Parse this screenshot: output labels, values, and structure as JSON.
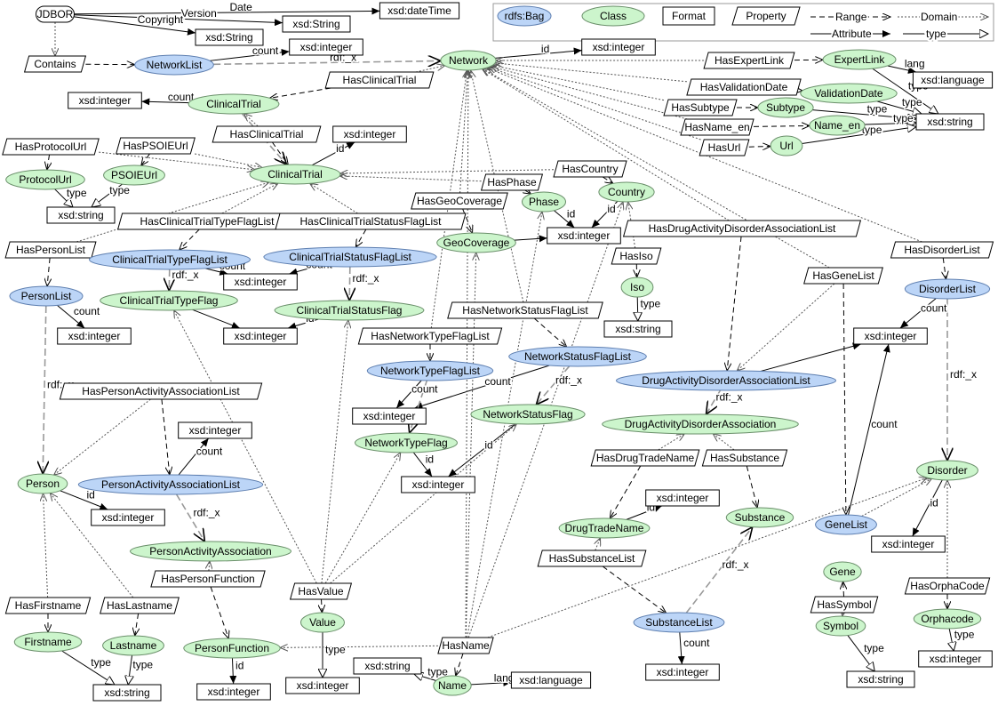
{
  "legend": {
    "bag": "rdfs:Bag",
    "class": "Class",
    "format": "Format",
    "property": "Property",
    "range": "Range",
    "domain": "Domain",
    "attribute": "Attribute",
    "type": "type"
  },
  "nodes": [
    {
      "id": "jdbor",
      "kind": "root",
      "label": "JDBOR"
    },
    {
      "id": "xdt",
      "kind": "format",
      "label": "xsd:dateTime"
    },
    {
      "id": "xs_ver",
      "kind": "format",
      "label": "xsd:String"
    },
    {
      "id": "xs_copy",
      "kind": "format",
      "label": "xsd:String"
    },
    {
      "id": "xi_nl",
      "kind": "format",
      "label": "xsd:integer"
    },
    {
      "id": "p_contains",
      "kind": "prop",
      "label": "Contains"
    },
    {
      "id": "networklist",
      "kind": "bag",
      "label": "NetworkList"
    },
    {
      "id": "network",
      "kind": "class",
      "label": "Network"
    },
    {
      "id": "xi_net",
      "kind": "format",
      "label": "xsd:integer"
    },
    {
      "id": "p_expertlink",
      "kind": "prop",
      "label": "HasExpertLink"
    },
    {
      "id": "expertlink",
      "kind": "class",
      "label": "ExpertLink"
    },
    {
      "id": "xlang1",
      "kind": "format",
      "label": "xsd:language"
    },
    {
      "id": "p_clintrial1",
      "kind": "prop",
      "label": "HasClinicalTrial"
    },
    {
      "id": "p_valdate",
      "kind": "prop",
      "label": "HasValidationDate"
    },
    {
      "id": "valdate",
      "kind": "class",
      "label": "ValidationDate"
    },
    {
      "id": "xi_ct1",
      "kind": "format",
      "label": "xsd:integer"
    },
    {
      "id": "clintrial1",
      "kind": "class",
      "label": "ClinicalTrial"
    },
    {
      "id": "p_subtype",
      "kind": "prop",
      "label": "HasSubtype"
    },
    {
      "id": "subtype",
      "kind": "class",
      "label": "Subtype"
    },
    {
      "id": "xstr_r",
      "kind": "format",
      "label": "xsd:string"
    },
    {
      "id": "p_name_en",
      "kind": "prop",
      "label": "HasName_en"
    },
    {
      "id": "name_en",
      "kind": "class",
      "label": "Name_en"
    },
    {
      "id": "p_clintrial2",
      "kind": "prop",
      "label": "HasClinicalTrial"
    },
    {
      "id": "xi_ct2",
      "kind": "format",
      "label": "xsd:integer"
    },
    {
      "id": "p_url",
      "kind": "prop",
      "label": "HasUrl"
    },
    {
      "id": "url",
      "kind": "class",
      "label": "Url"
    },
    {
      "id": "p_protourl",
      "kind": "prop",
      "label": "HasProtocolUrl"
    },
    {
      "id": "p_psoieurl",
      "kind": "prop",
      "label": "HasPSOIEUrl"
    },
    {
      "id": "clintrial2",
      "kind": "class",
      "label": "ClinicalTrial"
    },
    {
      "id": "p_country",
      "kind": "prop",
      "label": "HasCountry"
    },
    {
      "id": "protourl",
      "kind": "class",
      "label": "ProtocolUrl"
    },
    {
      "id": "psoieurl",
      "kind": "class",
      "label": "PSOIEUrl"
    },
    {
      "id": "p_phase",
      "kind": "prop",
      "label": "HasPhase"
    },
    {
      "id": "country",
      "kind": "class",
      "label": "Country"
    },
    {
      "id": "xstr_l",
      "kind": "format",
      "label": "xsd:string"
    },
    {
      "id": "p_geocov",
      "kind": "prop",
      "label": "HasGeoCoverage"
    },
    {
      "id": "phase",
      "kind": "class",
      "label": "Phase"
    },
    {
      "id": "p_cttfl",
      "kind": "prop",
      "label": "HasClinicalTrialTypeFlagList"
    },
    {
      "id": "p_ctsfl",
      "kind": "prop",
      "label": "HasClinicalTrialStatusFlagList"
    },
    {
      "id": "p_ddal",
      "kind": "prop",
      "label": "HasDrugActivityDisorderAssociationList"
    },
    {
      "id": "xi_geo",
      "kind": "format",
      "label": "xsd:integer"
    },
    {
      "id": "geocov",
      "kind": "class",
      "label": "GeoCoverage"
    },
    {
      "id": "p_disorderlist",
      "kind": "prop",
      "label": "HasDisorderList"
    },
    {
      "id": "p_personlist",
      "kind": "prop",
      "label": "HasPersonList"
    },
    {
      "id": "p_iso",
      "kind": "prop",
      "label": "HasIso"
    },
    {
      "id": "cttfl",
      "kind": "bag",
      "label": "ClinicalTrialTypeFlagList"
    },
    {
      "id": "ctsfl",
      "kind": "bag",
      "label": "ClinicalTrialStatusFlagList"
    },
    {
      "id": "xi_fl",
      "kind": "format",
      "label": "xsd:integer"
    },
    {
      "id": "p_genelist",
      "kind": "prop",
      "label": "HasGeneList"
    },
    {
      "id": "iso",
      "kind": "class",
      "label": "Iso"
    },
    {
      "id": "disorderlist",
      "kind": "bag",
      "label": "DisorderList"
    },
    {
      "id": "personlist",
      "kind": "bag",
      "label": "PersonList"
    },
    {
      "id": "cttf",
      "kind": "class",
      "label": "ClinicalTrialTypeFlag"
    },
    {
      "id": "ctsf",
      "kind": "class",
      "label": "ClinicalTrialStatusFlag"
    },
    {
      "id": "p_nsfl",
      "kind": "prop",
      "label": "HasNetworkStatusFlagList"
    },
    {
      "id": "xstr_iso",
      "kind": "format",
      "label": "xsd:string"
    },
    {
      "id": "xi_pl",
      "kind": "format",
      "label": "xsd:integer"
    },
    {
      "id": "xi_f",
      "kind": "format",
      "label": "xsd:integer"
    },
    {
      "id": "p_ntfl",
      "kind": "prop",
      "label": "HasNetworkTypeFlagList"
    },
    {
      "id": "xi_dl",
      "kind": "format",
      "label": "xsd:integer"
    },
    {
      "id": "nsfl",
      "kind": "bag",
      "label": "NetworkStatusFlagList"
    },
    {
      "id": "ntfl",
      "kind": "bag",
      "label": "NetworkTypeFlagList"
    },
    {
      "id": "ddal",
      "kind": "bag",
      "label": "DrugActivityDisorderAssociationList"
    },
    {
      "id": "p_pal",
      "kind": "prop",
      "label": "HasPersonActivityAssociationList"
    },
    {
      "id": "xi_nfl",
      "kind": "format",
      "label": "xsd:integer"
    },
    {
      "id": "nsf",
      "kind": "class",
      "label": "NetworkStatusFlag"
    },
    {
      "id": "dda",
      "kind": "class",
      "label": "DrugActivityDisorderAssociation"
    },
    {
      "id": "xi_pal",
      "kind": "format",
      "label": "xsd:integer"
    },
    {
      "id": "ntf",
      "kind": "class",
      "label": "NetworkTypeFlag"
    },
    {
      "id": "p_dtn",
      "kind": "prop",
      "label": "HasDrugTradeName"
    },
    {
      "id": "p_subst",
      "kind": "prop",
      "label": "HasSubstance"
    },
    {
      "id": "disorder",
      "kind": "class",
      "label": "Disorder"
    },
    {
      "id": "person",
      "kind": "class",
      "label": "Person"
    },
    {
      "id": "pal",
      "kind": "bag",
      "label": "PersonActivityAssociationList"
    },
    {
      "id": "xi_nf",
      "kind": "format",
      "label": "xsd:integer"
    },
    {
      "id": "xi_dtn",
      "kind": "format",
      "label": "xsd:integer"
    },
    {
      "id": "xi_person",
      "kind": "format",
      "label": "xsd:integer"
    },
    {
      "id": "dtn",
      "kind": "class",
      "label": "DrugTradeName"
    },
    {
      "id": "substance",
      "kind": "class",
      "label": "Substance"
    },
    {
      "id": "genelist",
      "kind": "bag",
      "label": "GeneList"
    },
    {
      "id": "xi_dis",
      "kind": "format",
      "label": "xsd:integer"
    },
    {
      "id": "paa",
      "kind": "class",
      "label": "PersonActivityAssociation"
    },
    {
      "id": "p_substlist",
      "kind": "prop",
      "label": "HasSubstanceList"
    },
    {
      "id": "gene",
      "kind": "class",
      "label": "Gene"
    },
    {
      "id": "p_persfunc",
      "kind": "prop",
      "label": "HasPersonFunction"
    },
    {
      "id": "p_value",
      "kind": "prop",
      "label": "HasValue"
    },
    {
      "id": "p_orpha",
      "kind": "prop",
      "label": "HasOrphaCode"
    },
    {
      "id": "p_firstname",
      "kind": "prop",
      "label": "HasFirstname"
    },
    {
      "id": "p_lastname",
      "kind": "prop",
      "label": "HasLastname"
    },
    {
      "id": "p_symbol",
      "kind": "prop",
      "label": "HasSymbol"
    },
    {
      "id": "value",
      "kind": "class",
      "label": "Value"
    },
    {
      "id": "orphacode",
      "kind": "class",
      "label": "Orphacode"
    },
    {
      "id": "substlist",
      "kind": "bag",
      "label": "SubstanceList"
    },
    {
      "id": "symbol",
      "kind": "class",
      "label": "Symbol"
    },
    {
      "id": "p_name",
      "kind": "prop",
      "label": "HasName"
    },
    {
      "id": "firstname",
      "kind": "class",
      "label": "Firstname"
    },
    {
      "id": "lastname",
      "kind": "class",
      "label": "Lastname"
    },
    {
      "id": "personfunc",
      "kind": "class",
      "label": "PersonFunction"
    },
    {
      "id": "xi_orpha",
      "kind": "format",
      "label": "xsd:integer"
    },
    {
      "id": "xstr_name",
      "kind": "format",
      "label": "xsd:string"
    },
    {
      "id": "xi_value",
      "kind": "format",
      "label": "xsd:integer"
    },
    {
      "id": "xi_sl",
      "kind": "format",
      "label": "xsd:integer"
    },
    {
      "id": "xstr_sym",
      "kind": "format",
      "label": "xsd:string"
    },
    {
      "id": "name",
      "kind": "class",
      "label": "Name"
    },
    {
      "id": "xlang2",
      "kind": "format",
      "label": "xsd:language"
    },
    {
      "id": "xstr_fl",
      "kind": "format",
      "label": "xsd:string"
    },
    {
      "id": "xi_pf",
      "kind": "format",
      "label": "xsd:integer"
    }
  ],
  "edge_labels": {
    "date": "Date",
    "version": "Version",
    "copyright": "Copyright",
    "count": "count",
    "rdf_x": "rdf:_x",
    "id": "id",
    "lang": "lang",
    "type": "type"
  }
}
